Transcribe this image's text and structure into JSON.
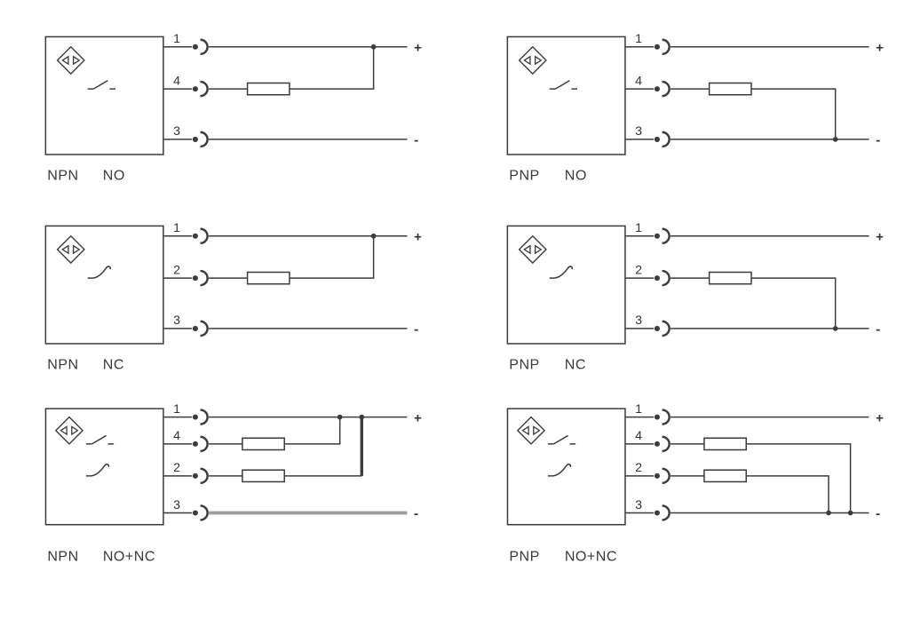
{
  "colors": {
    "line": "#3c3c3c",
    "thick_gray_wire": "#9b9b9b",
    "background": "#ffffff",
    "text": "#333333"
  },
  "diagrams": [
    {
      "id": "npn-no",
      "type": "NPN",
      "function": "NO",
      "pins": [
        "1",
        "4",
        "3"
      ],
      "plus": "+",
      "minus": "-"
    },
    {
      "id": "pnp-no",
      "type": "PNP",
      "function": "NO",
      "pins": [
        "1",
        "4",
        "3"
      ],
      "plus": "+",
      "minus": "-"
    },
    {
      "id": "npn-nc",
      "type": "NPN",
      "function": "NC",
      "pins": [
        "1",
        "2",
        "3"
      ],
      "plus": "+",
      "minus": "-"
    },
    {
      "id": "pnp-nc",
      "type": "PNP",
      "function": "NC",
      "pins": [
        "1",
        "2",
        "3"
      ],
      "plus": "+",
      "minus": "-"
    },
    {
      "id": "npn-no-nc",
      "type": "NPN",
      "function": "NO+NC",
      "pins": [
        "1",
        "4",
        "2",
        "3"
      ],
      "plus": "+",
      "minus": "-"
    },
    {
      "id": "pnp-no-nc",
      "type": "PNP",
      "function": "NO+NC",
      "pins": [
        "1",
        "4",
        "2",
        "3"
      ],
      "plus": "+",
      "minus": "-"
    }
  ]
}
